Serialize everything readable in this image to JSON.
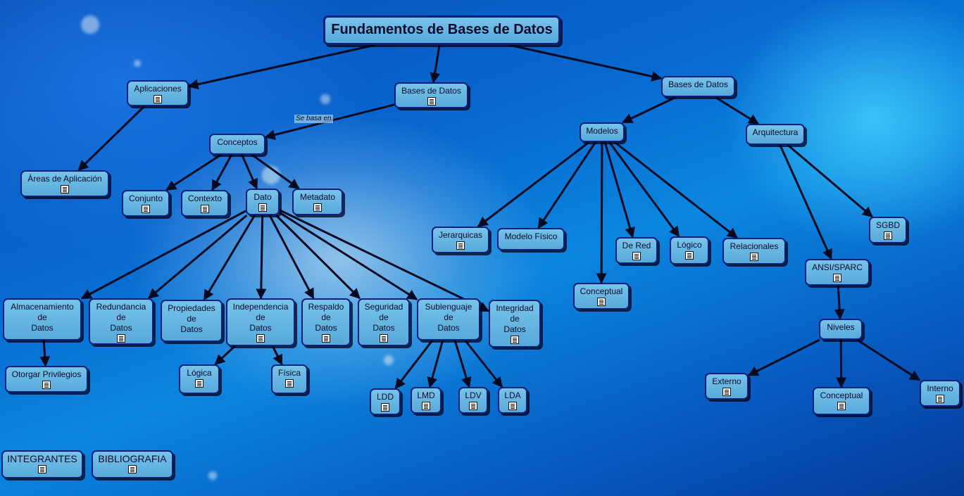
{
  "map": {
    "title": "Fundamentos de Bases de Datos",
    "link_label": "Se basa en"
  },
  "nodes": {
    "title": "Fundamentos de Bases de Datos",
    "aplicaciones": "Aplicaciones",
    "bases_de_datos_center": "Bases de Datos",
    "bases_de_datos_right": "Bases de Datos",
    "areas_de_aplicacion": "Àreas de Aplicación",
    "conceptos": "Conceptos",
    "conjunto": "Conjunto",
    "contexto": "Contexto",
    "dato": "Dato",
    "metadato": "Metadato",
    "almacenamiento": "Almacenamiento\nde\nDatos",
    "redundancia": "Redundancia\nde\nDatos",
    "propiedades": "Propiedades\nde\nDatos",
    "independencia": "Independencia\nde\nDatos",
    "respaldo": "Respaldo\nde\nDatos",
    "seguridad": "Seguridad\nde\nDatos",
    "sublenguaje": "Sublenguaje\nde\nDatos",
    "integridad": "Integridad\nde\nDatos",
    "otorgar_privilegios": "Otorgar Privilegios",
    "logica": "Lógica",
    "fisica": "Física",
    "ldd": "LDD",
    "lmd": "LMD",
    "ldv": "LDV",
    "lda": "LDA",
    "modelos": "Modelos",
    "arquitectura": "Arquitectura",
    "jerarquicas": "Jerarquicas",
    "modelo_fisico": "Modelo Físico",
    "conceptual_modelos": "Conceptual",
    "de_red": "De Red",
    "logico": "Lógico",
    "relacionales": "Relacionales",
    "sgbd": "SGBD",
    "ansi_sparc": "ANSI/SPARC",
    "niveles": "Niveles",
    "externo": "Externo",
    "conceptual_niveles": "Conceptual",
    "interno": "Interno",
    "integrantes": "INTEGRANTES",
    "bibliografia": "BIBLIOGRAFIA"
  },
  "connections": [
    [
      "title",
      "aplicaciones"
    ],
    [
      "title",
      "bases_de_datos_center"
    ],
    [
      "title",
      "bases_de_datos_right"
    ],
    [
      "aplicaciones",
      "areas_de_aplicacion"
    ],
    [
      "bases_de_datos_center",
      "conceptos"
    ],
    [
      "conceptos",
      "conjunto"
    ],
    [
      "conceptos",
      "contexto"
    ],
    [
      "conceptos",
      "dato"
    ],
    [
      "conceptos",
      "metadato"
    ],
    [
      "dato",
      "almacenamiento"
    ],
    [
      "dato",
      "redundancia"
    ],
    [
      "dato",
      "propiedades"
    ],
    [
      "dato",
      "independencia"
    ],
    [
      "dato",
      "respaldo"
    ],
    [
      "dato",
      "seguridad"
    ],
    [
      "dato",
      "sublenguaje"
    ],
    [
      "dato",
      "integridad"
    ],
    [
      "almacenamiento",
      "otorgar_privilegios"
    ],
    [
      "independencia",
      "logica"
    ],
    [
      "independencia",
      "fisica"
    ],
    [
      "sublenguaje",
      "ldd"
    ],
    [
      "sublenguaje",
      "lmd"
    ],
    [
      "sublenguaje",
      "ldv"
    ],
    [
      "sublenguaje",
      "lda"
    ],
    [
      "bases_de_datos_right",
      "modelos"
    ],
    [
      "bases_de_datos_right",
      "arquitectura"
    ],
    [
      "modelos",
      "jerarquicas"
    ],
    [
      "modelos",
      "modelo_fisico"
    ],
    [
      "modelos",
      "conceptual_modelos"
    ],
    [
      "modelos",
      "de_red"
    ],
    [
      "modelos",
      "logico"
    ],
    [
      "modelos",
      "relacionales"
    ],
    [
      "arquitectura",
      "ansi_sparc"
    ],
    [
      "arquitectura",
      "sgbd"
    ],
    [
      "ansi_sparc",
      "niveles"
    ],
    [
      "niveles",
      "externo"
    ],
    [
      "niveles",
      "conceptual_niveles"
    ],
    [
      "niveles",
      "interno"
    ]
  ]
}
